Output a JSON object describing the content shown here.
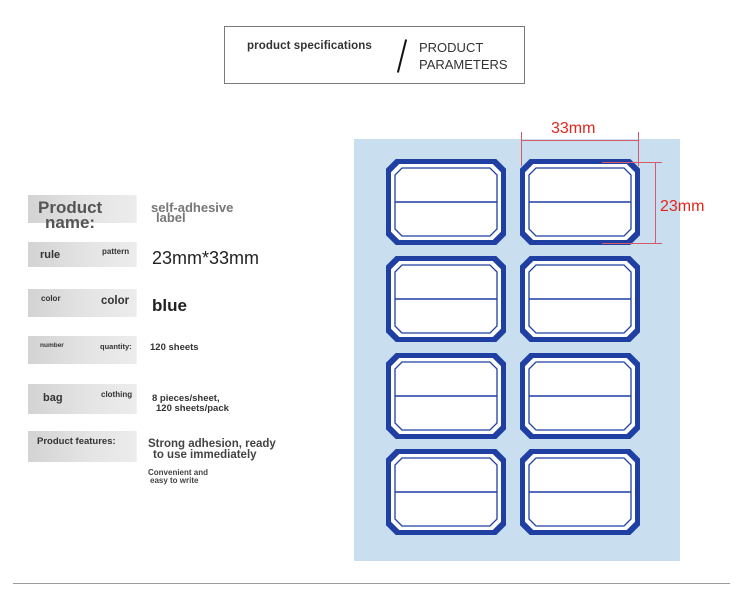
{
  "header": {
    "left": "product specifications",
    "right_line1": "PRODUCT",
    "right_line2": "PARAMETERS"
  },
  "specs": {
    "product_name_l1": "Product",
    "product_name_l2": "name:",
    "product_name_v1": "self-adhesive",
    "product_name_v2": "label",
    "rule_label": "rule",
    "rule_sub": "pattern",
    "rule_value": "23mm*33mm",
    "color_label_small": "color",
    "color_label": "color",
    "color_value": "blue",
    "number_label": "number",
    "quantity_label": "quantity:",
    "quantity_value": "120 sheets",
    "bag_label": "bag",
    "clothing_label": "clothing",
    "bag_value1": "8 pieces/sheet,",
    "bag_value2": "120 sheets/pack",
    "features_label": "Product features:",
    "features_v1": "Strong adhesion, ready",
    "features_v2": "to use immediately",
    "features_v3": "Convenient and",
    "features_v4": "easy to write"
  },
  "dimensions": {
    "width": "33mm",
    "height": "23mm"
  },
  "colors": {
    "label_border": "#1f3fa3",
    "sheet_background": "#c9deef",
    "dimension_text": "#e0261b"
  }
}
